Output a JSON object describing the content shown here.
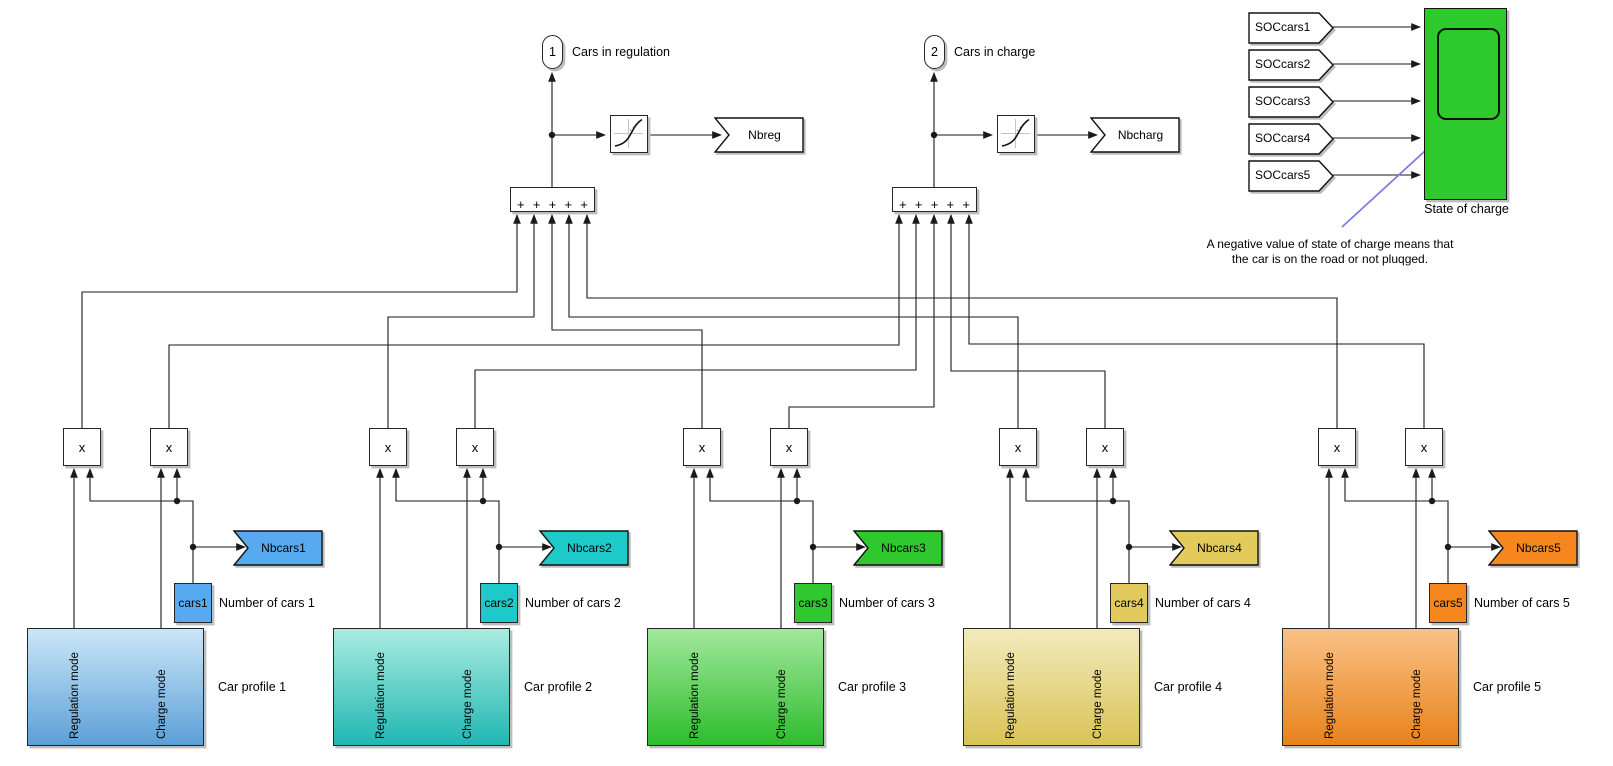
{
  "symbols": {
    "plus": "+",
    "mult": "x"
  },
  "colors": {
    "scope_green": "#2DC92D",
    "callout": "#7B7BE8"
  },
  "top": {
    "regulation": {
      "port_number": "1",
      "port_label": "Cars in regulation",
      "goto_label": "Nbreg"
    },
    "charge": {
      "port_number": "2",
      "port_label": "Cars in charge",
      "goto_label": "Nbcharg"
    }
  },
  "soc": {
    "tags": [
      "SOCcars1",
      "SOCcars2",
      "SOCcars3",
      "SOCcars4",
      "SOCcars5"
    ],
    "scope_label": "State of charge"
  },
  "annotation": {
    "line1": "A negative value of state of charge means that",
    "line2": "the car is on the road or not pluqged."
  },
  "profiles": [
    {
      "name": "Car profile 1",
      "outport_regulation": "Regulation mode",
      "outport_charge": "Charge mode",
      "cars_tag": "cars1",
      "cars_label": "Number of cars 1",
      "goto_tag": "Nbcars1",
      "color": "#58AAF0",
      "gradient_top": "#CBE7F9",
      "gradient_bottom": "#5C9FD6"
    },
    {
      "name": "Car profile 2",
      "outport_regulation": "Regulation mode",
      "outport_charge": "Charge mode",
      "cars_tag": "cars2",
      "cars_label": "Number of cars 2",
      "goto_tag": "Nbcars2",
      "color": "#1EC9C9",
      "gradient_top": "#A9ECE0",
      "gradient_bottom": "#21B7B3"
    },
    {
      "name": "Car profile 3",
      "outport_regulation": "Regulation mode",
      "outport_charge": "Charge mode",
      "cars_tag": "cars3",
      "cars_label": "Number of cars 3",
      "goto_tag": "Nbcars3",
      "color": "#2FC82F",
      "gradient_top": "#A2E89C",
      "gradient_bottom": "#2DBD2D"
    },
    {
      "name": "Car profile 4",
      "outport_regulation": "Regulation mode",
      "outport_charge": "Charge mode",
      "cars_tag": "cars4",
      "cars_label": "Number of cars 4",
      "goto_tag": "Nbcars4",
      "color": "#E2CB5C",
      "gradient_top": "#F2EABD",
      "gradient_bottom": "#D9C356"
    },
    {
      "name": "Car profile 5",
      "outport_regulation": "Regulation mode",
      "outport_charge": "Charge mode",
      "cars_tag": "cars5",
      "cars_label": "Number of cars 5",
      "goto_tag": "Nbcars5",
      "color": "#F6871F",
      "gradient_top": "#F9C286",
      "gradient_bottom": "#E8821B"
    }
  ]
}
